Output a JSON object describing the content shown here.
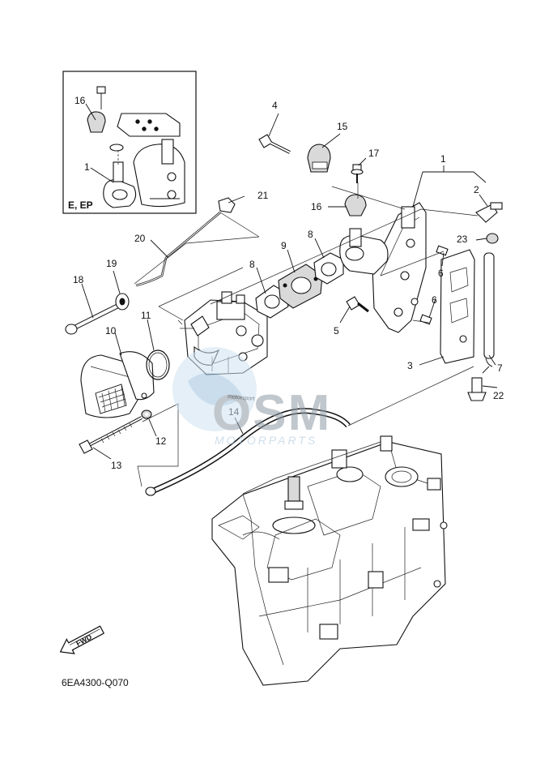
{
  "diagram": {
    "diagram_code": "6EA4300-Q070",
    "inset_variant_label": "E, EP",
    "fwd_label": "FWD",
    "engine_block_label": "motorsport",
    "watermark": {
      "main": "OSM",
      "sub": "MOTORPARTS"
    },
    "callouts": [
      "1",
      "2",
      "3",
      "4",
      "5",
      "6",
      "6",
      "7",
      "8",
      "8",
      "9",
      "11",
      "12",
      "13",
      "14",
      "15",
      "16",
      "16",
      "17",
      "18",
      "19",
      "20",
      "21",
      "22",
      "23",
      "10",
      "1"
    ]
  }
}
